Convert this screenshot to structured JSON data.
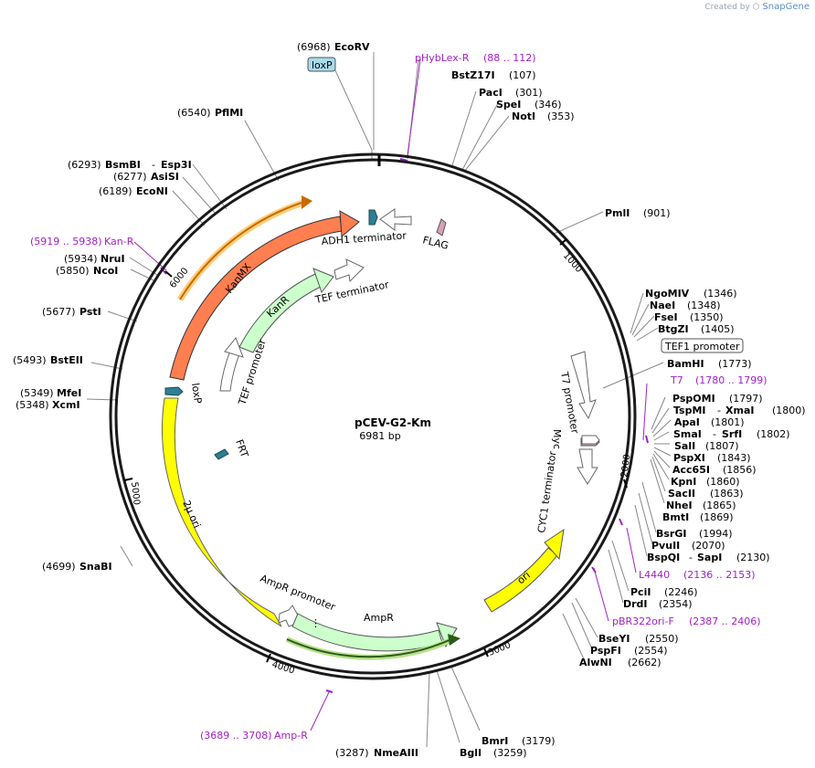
{
  "credit": {
    "prefix": "Created by",
    "brand": "SnapGene"
  },
  "plasmid": {
    "name": "pCEV-G2-Km",
    "length_label": "6981 bp",
    "length": 6981
  },
  "ticks": [
    {
      "pos": 1000,
      "label": "1000"
    },
    {
      "pos": 2000,
      "label": "2000"
    },
    {
      "pos": 3000,
      "label": "3000"
    },
    {
      "pos": 4000,
      "label": "4000"
    },
    {
      "pos": 5000,
      "label": "5000"
    },
    {
      "pos": 6000,
      "label": "6000"
    }
  ],
  "enzymes": [
    {
      "name": "EcoRV",
      "pos": "(6968)"
    },
    {
      "name": "BstZ17I",
      "pos": "(107)"
    },
    {
      "name": "PacI",
      "pos": "(301)"
    },
    {
      "name": "SpeI",
      "pos": "(346)"
    },
    {
      "name": "NotI",
      "pos": "(353)"
    },
    {
      "name": "PmlI",
      "pos": "(901)"
    },
    {
      "name": "NgoMIV",
      "pos": "(1346)"
    },
    {
      "name": "NaeI",
      "pos": "(1348)"
    },
    {
      "name": "FseI",
      "pos": "(1350)"
    },
    {
      "name": "BtgZI",
      "pos": "(1405)"
    },
    {
      "name": "BamHI",
      "pos": "(1773)"
    },
    {
      "name": "PspOMI",
      "pos": "(1797)"
    },
    {
      "name": "TspMI",
      "pos": ""
    },
    {
      "name": "XmaI",
      "pos": "(1800)"
    },
    {
      "name": "ApaI",
      "pos": "(1801)"
    },
    {
      "name": "SmaI",
      "pos": ""
    },
    {
      "name": "SrfI",
      "pos": "(1802)"
    },
    {
      "name": "SalI",
      "pos": "(1807)"
    },
    {
      "name": "PspXI",
      "pos": "(1843)"
    },
    {
      "name": "Acc65I",
      "pos": "(1856)"
    },
    {
      "name": "KpnI",
      "pos": "(1860)"
    },
    {
      "name": "SacII",
      "pos": "(1863)"
    },
    {
      "name": "NheI",
      "pos": "(1865)"
    },
    {
      "name": "BmtI",
      "pos": "(1869)"
    },
    {
      "name": "BsrGI",
      "pos": "(1994)"
    },
    {
      "name": "PvuII",
      "pos": "(2070)"
    },
    {
      "name": "BspQI",
      "pos": ""
    },
    {
      "name": "SapI",
      "pos": "(2130)"
    },
    {
      "name": "PciI",
      "pos": "(2246)"
    },
    {
      "name": "DrdI",
      "pos": "(2354)"
    },
    {
      "name": "BseYI",
      "pos": "(2550)"
    },
    {
      "name": "PspFI",
      "pos": "(2554)"
    },
    {
      "name": "AlwNI",
      "pos": "(2662)"
    },
    {
      "name": "BmrI",
      "pos": "(3179)"
    },
    {
      "name": "BglI",
      "pos": "(3259)"
    },
    {
      "name": "NmeAIII",
      "pos": "(3287)"
    },
    {
      "name": "SnaBI",
      "pos": "(4699)"
    },
    {
      "name": "XcmI",
      "pos": "(5348)"
    },
    {
      "name": "MfeI",
      "pos": "(5349)"
    },
    {
      "name": "BstEII",
      "pos": "(5493)"
    },
    {
      "name": "PstI",
      "pos": "(5677)"
    },
    {
      "name": "NcoI",
      "pos": "(5850)"
    },
    {
      "name": "NruI",
      "pos": "(5934)"
    },
    {
      "name": "EcoNI",
      "pos": "(6189)"
    },
    {
      "name": "AsiSI",
      "pos": "(6277)"
    },
    {
      "name": "BsmBI",
      "pos": "(6293)"
    },
    {
      "name": "Esp3I",
      "pos": ""
    },
    {
      "name": "PflMI",
      "pos": "(6540)"
    }
  ],
  "primers": [
    {
      "name": "pHybLex-R",
      "range": "(88 .. 112)"
    },
    {
      "name": "T7",
      "range": "(1780 .. 1799)"
    },
    {
      "name": "L4440",
      "range": "(2136 .. 2153)"
    },
    {
      "name": "pBR322ori-F",
      "range": "(2387 .. 2406)"
    },
    {
      "name": "Amp-R",
      "range": "(3689 .. 3708)"
    },
    {
      "name": "Kan-R",
      "range": "(5919 .. 5938)"
    }
  ],
  "features": {
    "adh1": "ADH1 terminator",
    "flag": "FLAG",
    "tef_term": "TEF terminator",
    "kanmx": "KanMX",
    "kanr": "KanR",
    "tef_prom": "TEF promoter",
    "loxp_left": "loxP",
    "loxp_box": "loxP",
    "frt": "FRT",
    "two_mu": "2μ ori",
    "ampr_prom": "AmpR promoter",
    "ampr": "AmpR",
    "ori": "ori",
    "t7_prom": "T7 promoter",
    "myc": "Myc",
    "cyc1": "CYC1 terminator",
    "tef1_box": "TEF1 promoter"
  },
  "colors": {
    "backbone": "#1a1a1a",
    "kanmx": "#ff7f50",
    "kanr": "#ccffcc",
    "two_mu": "#ffff00",
    "ori": "#ffff00",
    "ampr": "#ccffcc",
    "primer": "#a020c8",
    "loxp": "#2e7f93",
    "myc": "#d8a0b8"
  }
}
